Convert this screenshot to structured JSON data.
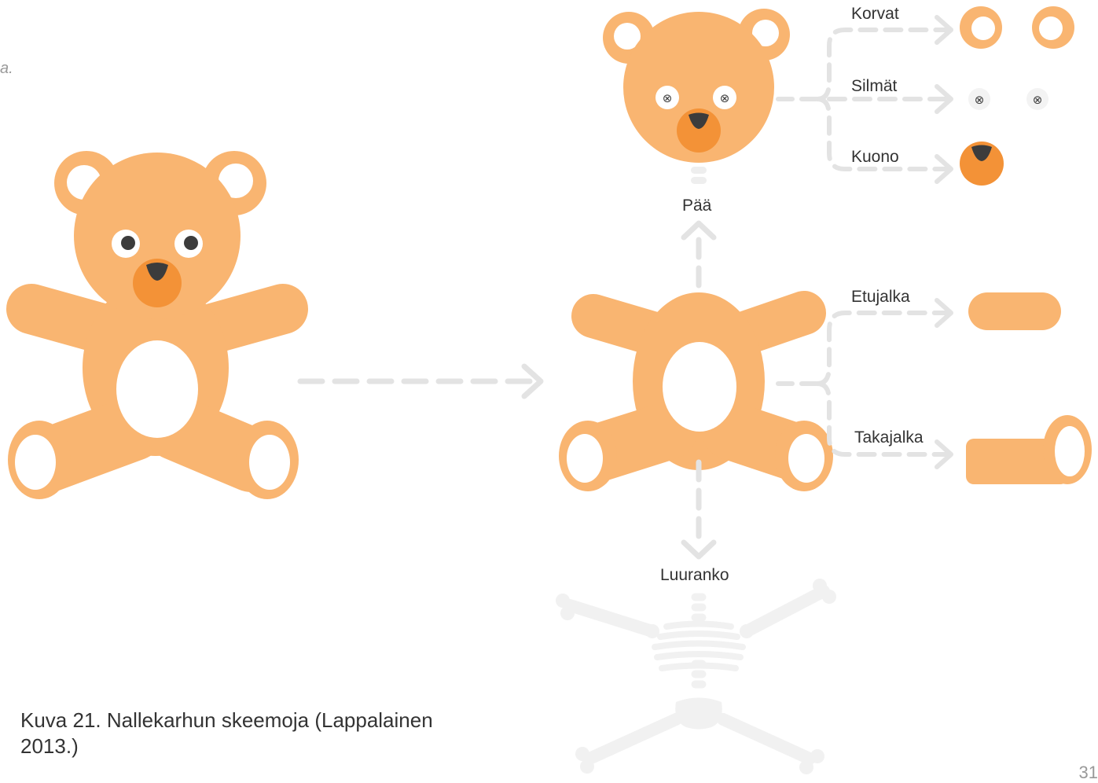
{
  "top_fragment": "a.",
  "labels": {
    "head": "Pää",
    "ears": "Korvat",
    "eyes": "Silmät",
    "snout": "Kuono",
    "front_leg": "Etujalka",
    "hind_leg": "Takajalka",
    "skeleton": "Luuranko"
  },
  "caption": "Kuva 21. Nallekarhun skeemoja (Lappalainen 2013.)",
  "page_number": "31",
  "colors": {
    "fur": "#f9b571",
    "snout": "#f39237",
    "nose": "#3c3c3c",
    "eye_white": "#ffffff",
    "arrow": "#e3e3e3",
    "skeleton": "#f1f1f1"
  }
}
